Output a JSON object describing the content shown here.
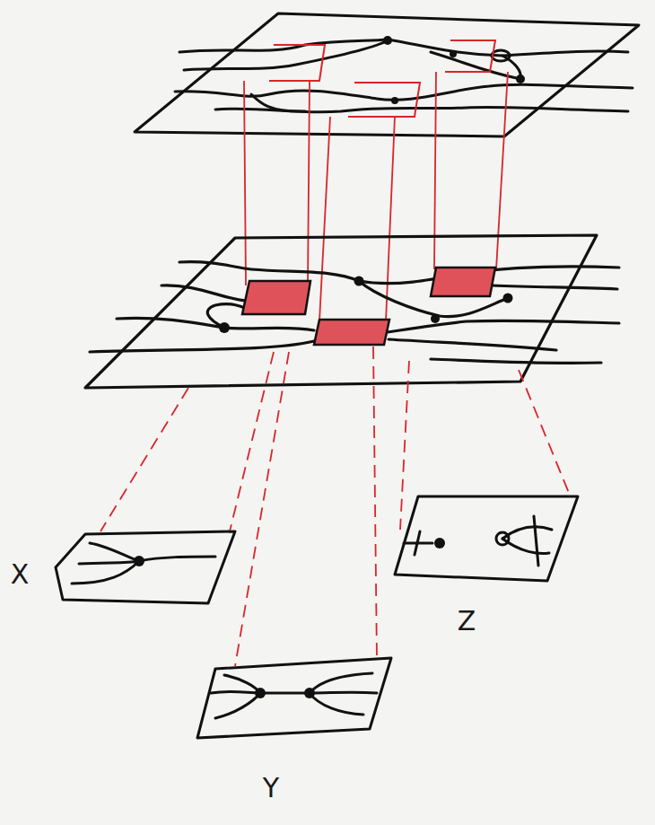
{
  "diagram": {
    "nodes": [
      {
        "text": [
          "X"
        ]
      },
      {
        "text": [
          "Y"
        ]
      },
      {
        "text": [
          "Z"
        ]
      }
    ]
  }
}
